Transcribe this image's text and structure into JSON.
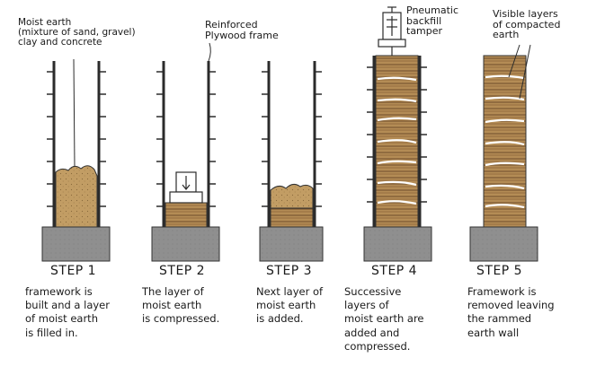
{
  "annotations": {
    "moist_earth": "Moist earth\n(mixture of sand, gravel)\nclay and concrete",
    "plywood": "Reinforced\nPlywood frame",
    "tamper": "Pneumatic\nbackfill\ntamper",
    "layers": "Visible layers\nof compacted\nearth"
  },
  "steps": [
    {
      "label": "STEP 1",
      "description": "framework is\nbuilt and a layer\nof moist earth\nis filled in."
    },
    {
      "label": "STEP 2",
      "description": "The layer of\nmoist earth\nis compressed."
    },
    {
      "label": "STEP 3",
      "description": "Next layer of\nmoist earth\nis added."
    },
    {
      "label": "STEP 4",
      "description": "Successive\nlayers of\nmoist earth are\nadded and\ncompressed."
    },
    {
      "label": "STEP 5",
      "description": "Framework is\nremoved leaving\nthe rammed\nearth wall"
    }
  ],
  "colors": {
    "foundation": "#8f8f8f",
    "earth": "#b9945d",
    "earth_dark": "#7d5a32",
    "frame": "#2b2b2b"
  }
}
